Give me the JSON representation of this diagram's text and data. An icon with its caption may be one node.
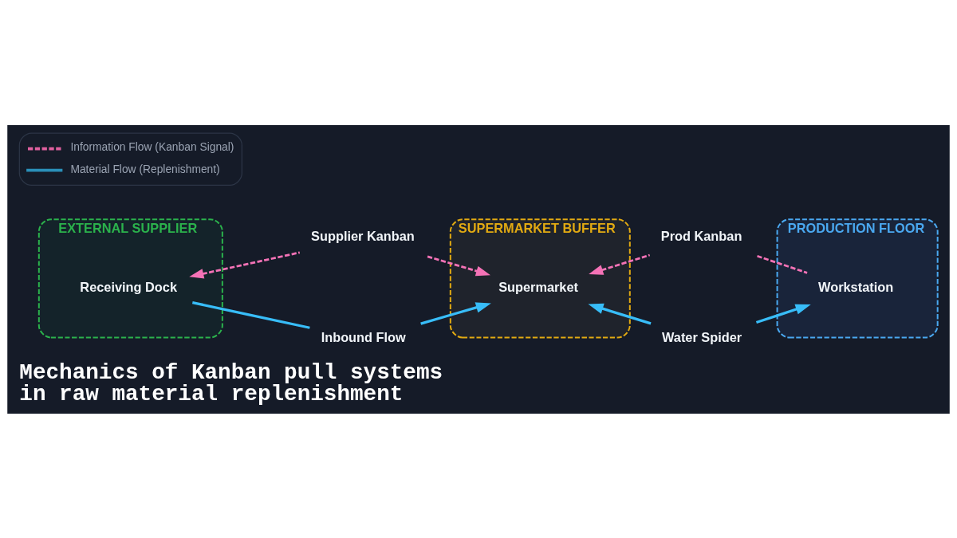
{
  "diagram": {
    "title": "Mechanics of Kanban pull systems in raw material replenishment",
    "nodes": [
      {
        "text": [
          "EXTERNAL SUPPLIER"
        ]
      },
      {
        "text": [
          "SUPERMARKET BUFFER"
        ]
      },
      {
        "text": [
          "PRODUCTION FLOOR"
        ]
      },
      {
        "text": [
          "Supplier Kanban"
        ]
      },
      {
        "text": [
          "Prod Kanban"
        ]
      },
      {
        "text": [
          "Receiving Dock"
        ],
        "in": 0
      },
      {
        "text": [
          "Supermarket"
        ],
        "in": 1
      },
      {
        "text": [
          "Workstation"
        ],
        "in": 2
      },
      {
        "text": [
          "Water Spider"
        ]
      },
      {
        "text": [
          "Inbound Flow"
        ]
      }
    ],
    "edges": [
      {
        "from": 3,
        "to": 5,
        "arrow": "to",
        "style": "dashed",
        "color": "#f472b6"
      },
      {
        "from": 3,
        "to": 6,
        "arrow": "to",
        "style": "dashed",
        "color": "#f472b6"
      },
      {
        "from": 4,
        "to": 6,
        "arrow": "to",
        "style": "dashed",
        "color": "#f472b6"
      },
      {
        "from": 4,
        "to": 7,
        "arrow": "none",
        "style": "dashed",
        "color": "#f472b6"
      },
      {
        "from": 5,
        "to": 9,
        "arrow": "none",
        "color": "#38bdf8"
      },
      {
        "from": 9,
        "to": 6,
        "arrow": "to",
        "color": "#38bdf8"
      },
      {
        "from": 8,
        "to": 6,
        "arrow": "to",
        "color": "#38bdf8"
      },
      {
        "from": 8,
        "to": 7,
        "arrow": "to",
        "color": "#38bdf8"
      }
    ],
    "legend": [
      {
        "text": "Information Flow (Kanban Signal)"
      },
      {
        "text": "Material Flow (Replenishment)"
      }
    ]
  }
}
